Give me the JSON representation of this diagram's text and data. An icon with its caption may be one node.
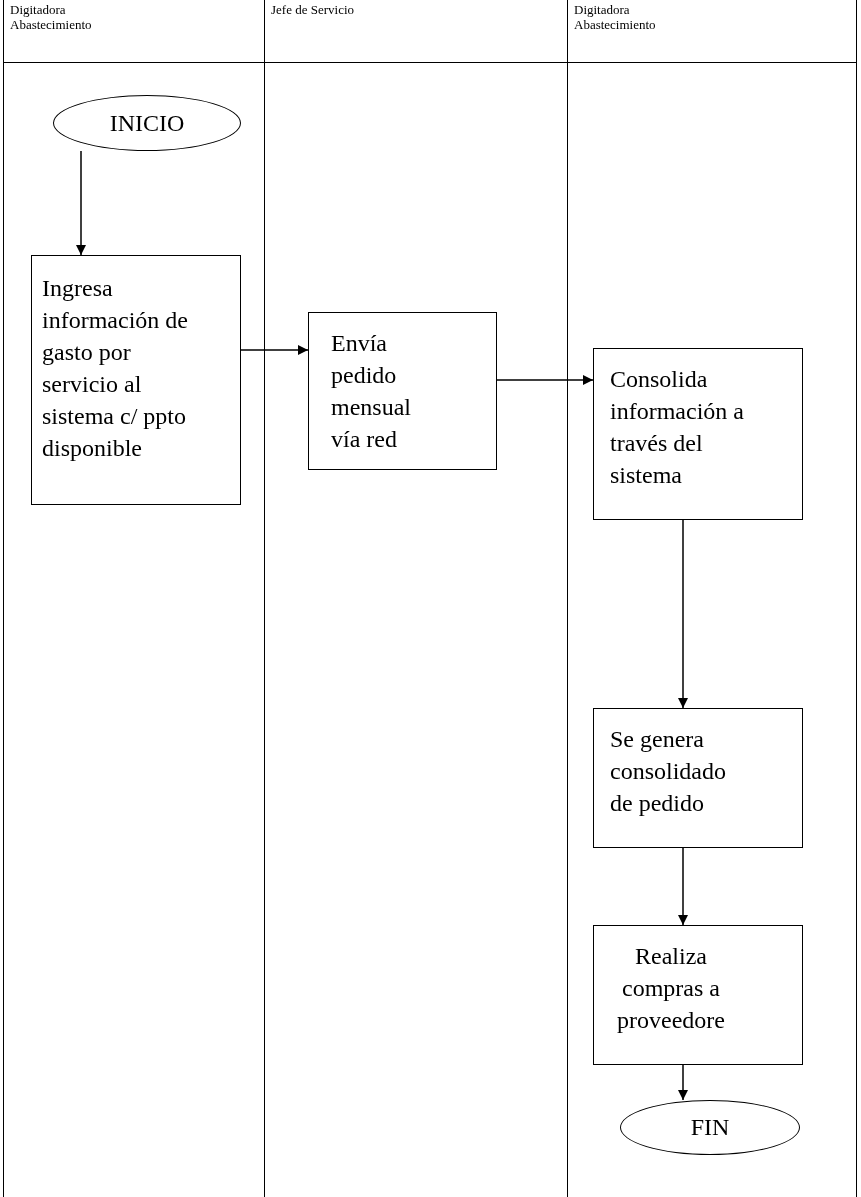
{
  "diagram": {
    "nodes": [
      {
        "text": [
          "Digitadora Abastecimiento"
        ]
      },
      {
        "text": [
          "Jefe de Servicio"
        ]
      },
      {
        "text": [
          "Digitadora Abastecimiento"
        ]
      },
      {
        "text": [
          "INICIO"
        ],
        "in": 0
      },
      {
        "text": [
          "Ingresa información de gasto por servicio al sistema c/ ppto disponible"
        ],
        "in": 0
      },
      {
        "text": [
          "Envía pedido mensual vía red"
        ],
        "in": 1
      },
      {
        "text": [
          "Consolida información a través del sistema"
        ],
        "in": 2
      },
      {
        "text": [
          "Se genera consolidado de pedido"
        ],
        "in": 2
      },
      {
        "text": [
          "Realiza compras a proveedore"
        ],
        "in": 2
      },
      {
        "text": [
          "FIN"
        ],
        "in": 2
      }
    ],
    "edges": [
      {
        "from": 3,
        "to": 4,
        "arrow": "to"
      },
      {
        "from": 4,
        "to": 5,
        "arrow": "to"
      },
      {
        "from": 5,
        "to": 6,
        "arrow": "to"
      },
      {
        "from": 6,
        "to": 7,
        "arrow": "to"
      },
      {
        "from": 7,
        "to": 8,
        "arrow": "to"
      },
      {
        "from": 8,
        "to": 9,
        "arrow": "to"
      }
    ]
  }
}
